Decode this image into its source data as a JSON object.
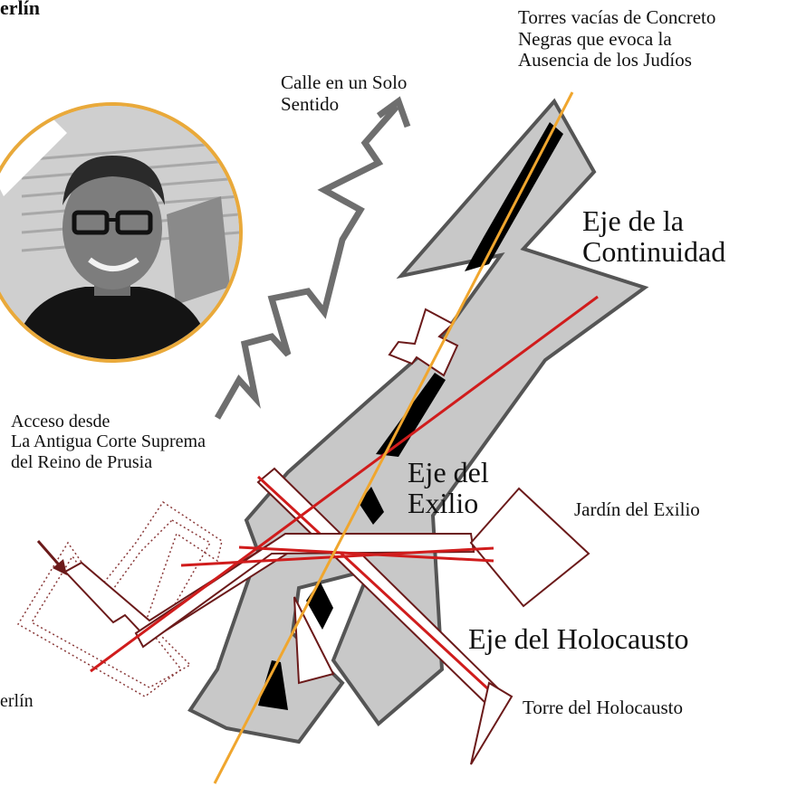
{
  "title_fragment": "erlín",
  "labels": {
    "towers": [
      "Torres vacías de Concreto",
      "Negras que evoca la",
      "Ausencia de los Judíos"
    ],
    "street": [
      "Calle en un Solo",
      "Sentido"
    ],
    "continuity_axis": [
      "Eje de la",
      "Continuidad"
    ],
    "access": [
      "Acceso desde",
      "La Antigua Corte Suprema",
      "del Reino de Prusia"
    ],
    "exile_axis": [
      "Eje del",
      "Exilio"
    ],
    "exile_garden": "Jardín del Exilio",
    "holocaust_axis": "Eje del Holocausto",
    "holocaust_tower": "Torre del Holocausto",
    "berlin_fragment": "erlín"
  },
  "colors": {
    "building_fill": "#c8c8c8",
    "building_stroke": "#555555",
    "void_fill": "#000000",
    "axis_red": "#d01c1c",
    "axis_orange": "#f0a62e",
    "outline_maroon": "#6b1a1a",
    "street_gray": "#6e6e6e",
    "portrait_ring": "#e9a93a"
  },
  "portrait": {
    "description_icon": "portrait-photo"
  }
}
